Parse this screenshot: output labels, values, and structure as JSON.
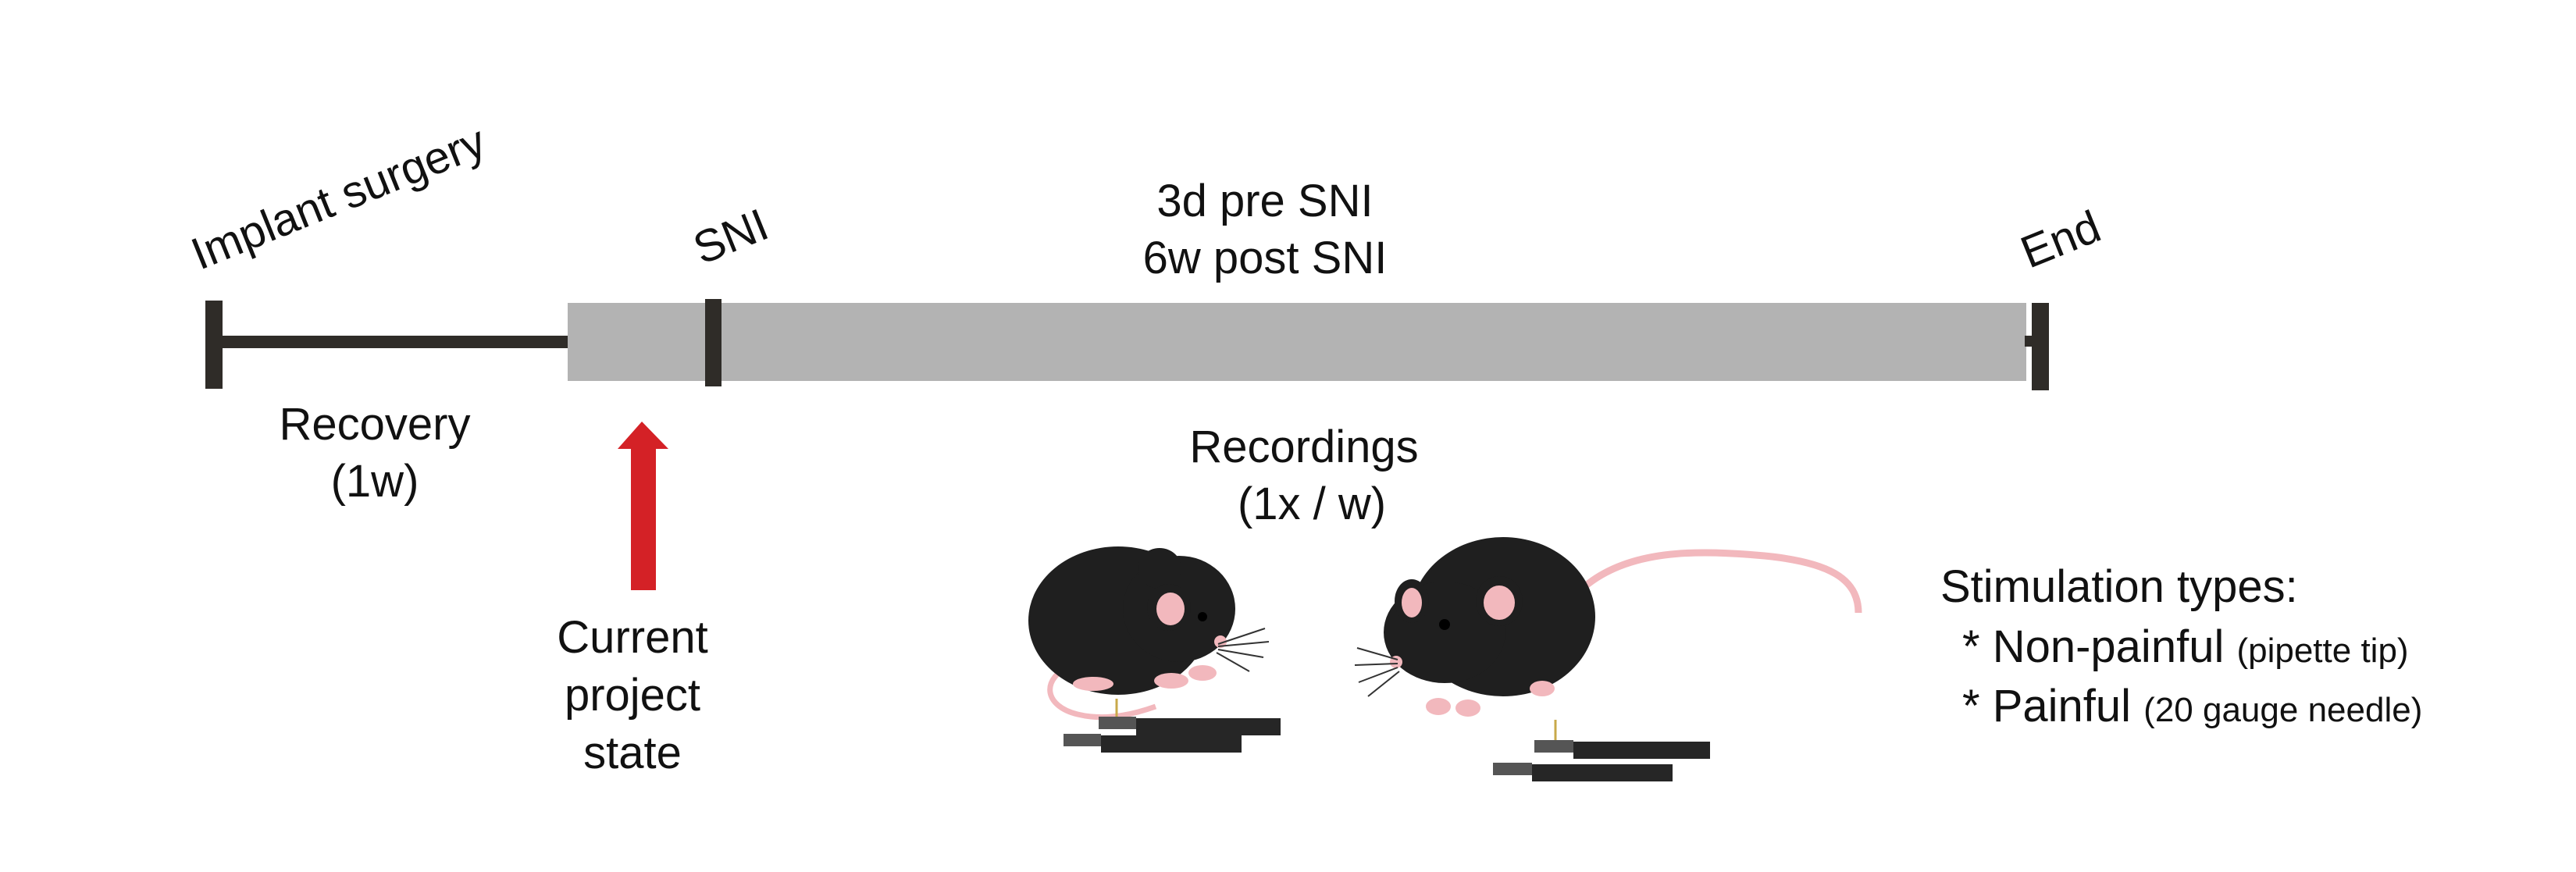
{
  "timeline": {
    "labels": {
      "implant_surgery": "Implant surgery",
      "sni": "SNI",
      "end": "End",
      "period_line1": "3d pre SNI",
      "period_line2": "6w post SNI",
      "recovery_line1": "Recovery",
      "recovery_line2": "(1w)",
      "recordings_line1": "Recordings",
      "recordings_line2": "(1x / w)"
    },
    "colors": {
      "line": "#2f2c28",
      "bar": "#b3b3b3"
    }
  },
  "marker": {
    "line1": "Current",
    "line2": "project",
    "line3": "state",
    "color": "#d42126"
  },
  "stimulation": {
    "title": "Stimulation types:",
    "items": [
      {
        "bullet": "*",
        "name": "Non-painful",
        "detail": "(pipette tip)"
      },
      {
        "bullet": "*",
        "name": "Painful",
        "detail": "(20 gauge needle)"
      }
    ]
  },
  "illustrations": {
    "mouse_left": "black mouse sitting, licking paw, on recording electrodes",
    "mouse_right": "black mouse standing with pink tail, on recording electrodes",
    "colors": {
      "fur": "#1f1f1f",
      "skin": "#f2b8bd",
      "electrode": "#333333"
    }
  }
}
